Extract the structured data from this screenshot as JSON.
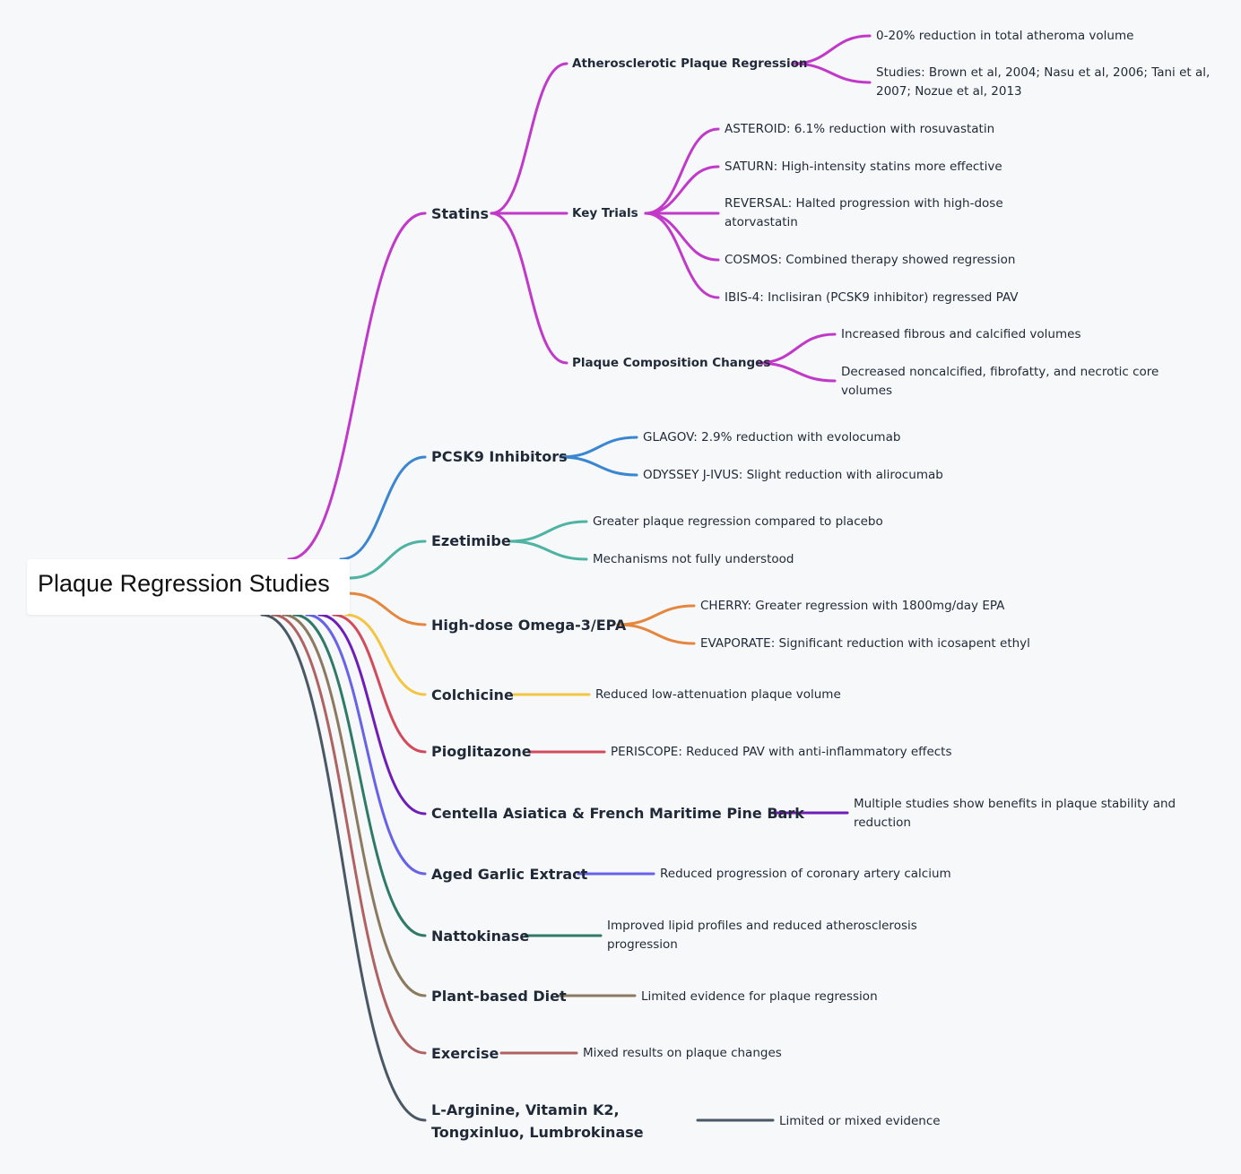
{
  "root": {
    "label": "Plaque Regression Studies"
  },
  "branches": [
    {
      "id": "statins",
      "label": "Statins",
      "color": "#c039c9",
      "children": [
        {
          "id": "atherosclerotic-plaque-regression",
          "label": "Atherosclerotic Plaque Regression",
          "children": [
            {
              "label": "0-20% reduction in total atheroma volume"
            },
            {
              "label": "Studies: Brown et al, 2004; Nasu et al, 2006; Tani et al, 2007; Nozue et al, 2013"
            }
          ]
        },
        {
          "id": "key-trials",
          "label": "Key Trials",
          "children": [
            {
              "label": "ASTEROID: 6.1% reduction with rosuvastatin"
            },
            {
              "label": "SATURN: High-intensity statins more effective"
            },
            {
              "label": "REVERSAL: Halted progression with high-dose atorvastatin"
            },
            {
              "label": "COSMOS: Combined therapy showed regression"
            },
            {
              "label": "IBIS-4: Inclisiran (PCSK9 inhibitor) regressed PAV"
            }
          ]
        },
        {
          "id": "plaque-composition-changes",
          "label": "Plaque Composition Changes",
          "children": [
            {
              "label": "Increased fibrous and calcified volumes"
            },
            {
              "label": "Decreased noncalcified, fibrofatty, and necrotic core volumes"
            }
          ]
        }
      ]
    },
    {
      "id": "pcsk9-inhibitors",
      "label": "PCSK9 Inhibitors",
      "color": "#3b86d1",
      "children": [
        {
          "label": "GLAGOV: 2.9% reduction with evolocumab"
        },
        {
          "label": "ODYSSEY J-IVUS: Slight reduction with alirocumab"
        }
      ]
    },
    {
      "id": "ezetimibe",
      "label": "Ezetimibe",
      "color": "#4fb3a3",
      "children": [
        {
          "label": "Greater plaque regression compared to placebo"
        },
        {
          "label": "Mechanisms not fully understood"
        }
      ]
    },
    {
      "id": "high-dose-omega-3-epa",
      "label": "High-dose Omega-3/EPA",
      "color": "#e5863f",
      "children": [
        {
          "label": "CHERRY: Greater regression with 1800mg/day EPA"
        },
        {
          "label": "EVAPORATE: Significant reduction with icosapent ethyl"
        }
      ]
    },
    {
      "id": "colchicine",
      "label": "Colchicine",
      "color": "#f4c443",
      "children": [
        {
          "label": "Reduced low-attenuation plaque volume"
        }
      ]
    },
    {
      "id": "pioglitazone",
      "label": "Pioglitazone",
      "color": "#d14b5a",
      "children": [
        {
          "label": "PERISCOPE: Reduced PAV with anti-inflammatory effects"
        }
      ]
    },
    {
      "id": "centella-asiatica",
      "label": "Centella Asiatica & French Maritime Pine Bark",
      "color": "#6f1db8",
      "children": [
        {
          "label": "Multiple studies show benefits in plaque stability and reduction"
        }
      ]
    },
    {
      "id": "aged-garlic-extract",
      "label": "Aged Garlic Extract",
      "color": "#6762e8",
      "children": [
        {
          "label": "Reduced progression of coronary artery calcium"
        }
      ]
    },
    {
      "id": "nattokinase",
      "label": "Nattokinase",
      "color": "#2f7a66",
      "children": [
        {
          "label": "Improved lipid profiles and reduced atherosclerosis progression"
        }
      ]
    },
    {
      "id": "plant-based-diet",
      "label": "Plant-based Diet",
      "color": "#8c7a60",
      "children": [
        {
          "label": "Limited evidence for plaque regression"
        }
      ]
    },
    {
      "id": "exercise",
      "label": "Exercise",
      "color": "#b06262",
      "children": [
        {
          "label": "Mixed results on plaque changes"
        }
      ]
    },
    {
      "id": "l-arginine",
      "label": "L-Arginine, Vitamin K2, Tongxinluo, Lumbrokinase",
      "color": "#4a5866",
      "children": [
        {
          "label": "Limited or mixed evidence"
        }
      ]
    }
  ]
}
